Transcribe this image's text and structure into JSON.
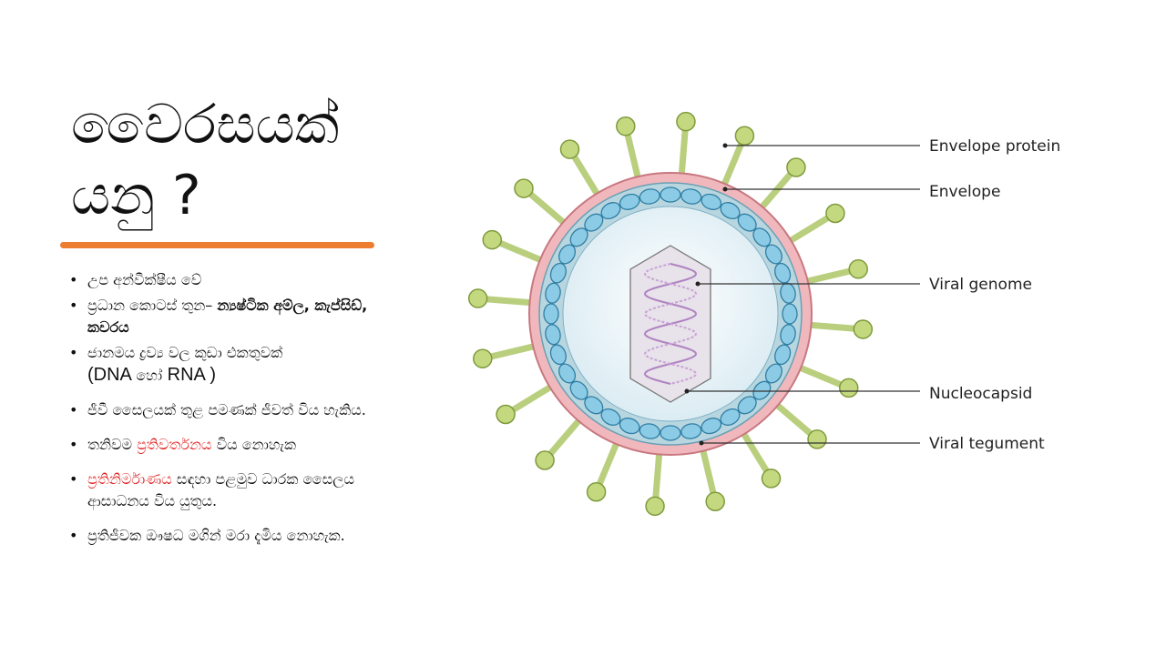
{
  "title": "වෛරසයක් යනු ?",
  "bullets": {
    "b1": "උප අන්වීක්ෂීය වේ",
    "b2_plain": "ප්‍රධාන කොටස් තුන– ",
    "b2_bold": "න්‍යෂ්ටික අම්ල, කැප්සිඩ්,  කවරය",
    "b3_a": "ජානමය ද්‍රව්‍ය වල කුඩා එකතුවක්",
    "b3_b1": "(DNA ",
    "b3_b2": "හෝ",
    "b3_b3": " RNA )",
    "b4": "ජීවී සෛලයක් තුළ පමණක් ජීවත් විය හැකිය.",
    "b5_a": "තනිවම ",
    "b5_red": "ප්‍රතිවර්තනය",
    "b5_b": " විය නොහැක",
    "b6_red": "ප්‍රතිනිර්මාණය",
    "b6_b": " සඳහා පළමුව ධාරක සෛලය ආසාධනය විය යුතුය.",
    "b7": " ප්‍රතිජීවක ඖෂධ මගින් මරා දැමිය නොහැක."
  },
  "diagram": {
    "labels": [
      "Envelope protein",
      "Envelope",
      "Viral genome",
      "Nucleocapsid",
      "Viral tegument"
    ]
  },
  "colors": {
    "accent": "#ed7d31",
    "highlight": "#e02020"
  }
}
